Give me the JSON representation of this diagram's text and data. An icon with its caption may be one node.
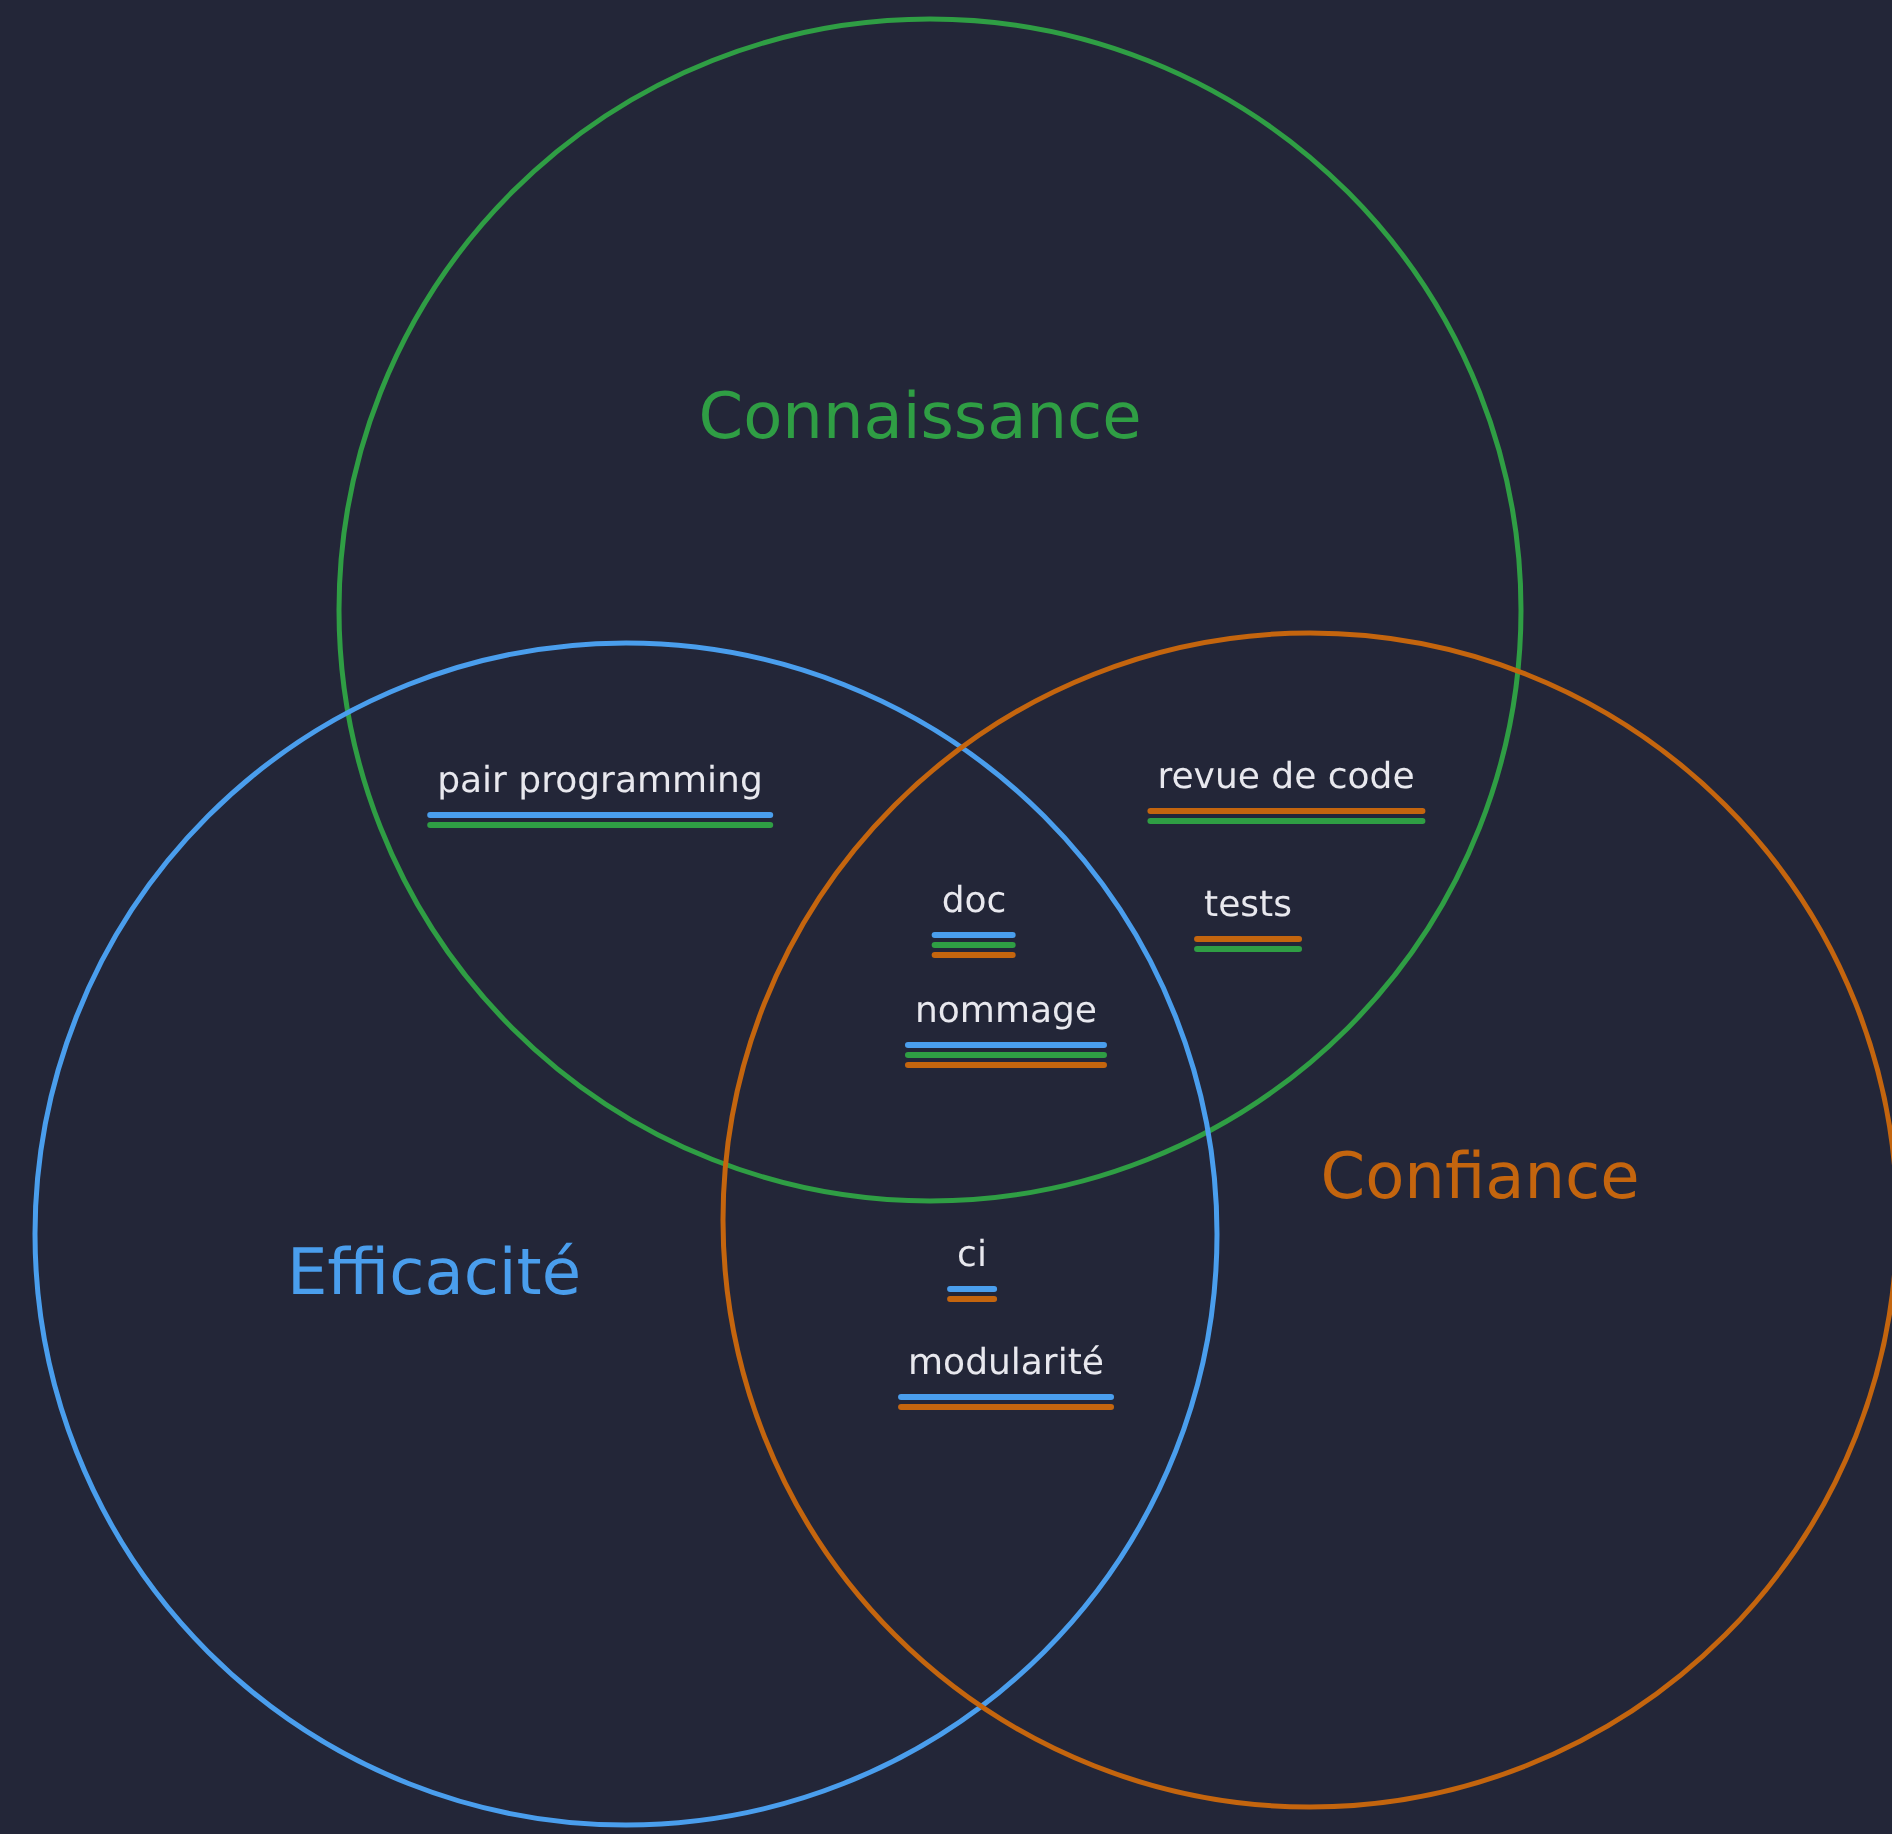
{
  "diagram": {
    "nodes": [
      {
        "text": [
          "Connaissance"
        ]
      },
      {
        "text": [
          "Efficacité"
        ]
      },
      {
        "text": [
          "Confiance"
        ]
      }
    ],
    "labels": [
      "pair programming",
      "revue de code",
      "doc",
      "tests",
      "nommage",
      "ci",
      "modularité"
    ]
  }
}
